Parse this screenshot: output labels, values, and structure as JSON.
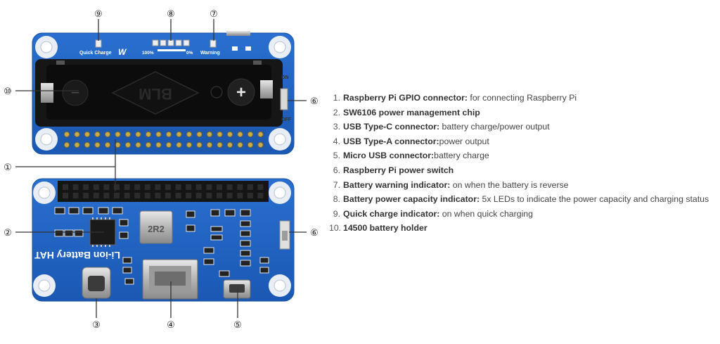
{
  "board_top": {
    "label_quick_charge": "Quick Charge",
    "label_100": "100%",
    "label_0": "0%",
    "label_warning": "Warning",
    "label_on": "ON",
    "label_off": "OFF",
    "holder_mark": "BLM",
    "minus_sign": "−",
    "plus_sign": "+"
  },
  "board_bottom": {
    "product_label": "Li-ion Battery HAT",
    "inductor_mark": "2R2"
  },
  "callouts": {
    "c1": "①",
    "c2": "②",
    "c3": "③",
    "c4": "④",
    "c5": "⑤",
    "c6a": "⑥",
    "c6b": "⑥",
    "c7": "⑦",
    "c8": "⑧",
    "c9": "⑨",
    "c10": "⑩"
  },
  "legend": [
    {
      "n": "1.",
      "key": "Raspberry Pi GPIO connector:",
      "desc": " for connecting Raspberry Pi"
    },
    {
      "n": "2.",
      "key": "SW6106 power management chip",
      "desc": ""
    },
    {
      "n": "3.",
      "key": "USB Type-C connector:",
      "desc": " battery charge/power output"
    },
    {
      "n": "4.",
      "key": "USB Type-A connector:",
      "desc": "power output"
    },
    {
      "n": "5.",
      "key": "Micro USB connector:",
      "desc": "battery charge"
    },
    {
      "n": "6.",
      "key": "Raspberry Pi power switch",
      "desc": ""
    },
    {
      "n": "7.",
      "key": "Battery warning indicator:",
      "desc": " on when the battery is reverse"
    },
    {
      "n": "8.",
      "key": "Battery power capacity indicator:",
      "desc": " 5x LEDs to indicate the power capacity and charging status"
    },
    {
      "n": "9.",
      "key": "Quick charge indicator:",
      "desc": " on when quick charging"
    },
    {
      "n": "10.",
      "key": "14500 battery holder",
      "desc": ""
    }
  ],
  "colors": {
    "pcb_blue": "#1f63c4",
    "pcb_edge": "#174f9e",
    "holder_black": "#161616",
    "pin_gold": "#c9a94a",
    "hole_ring": "#e9eef5"
  }
}
